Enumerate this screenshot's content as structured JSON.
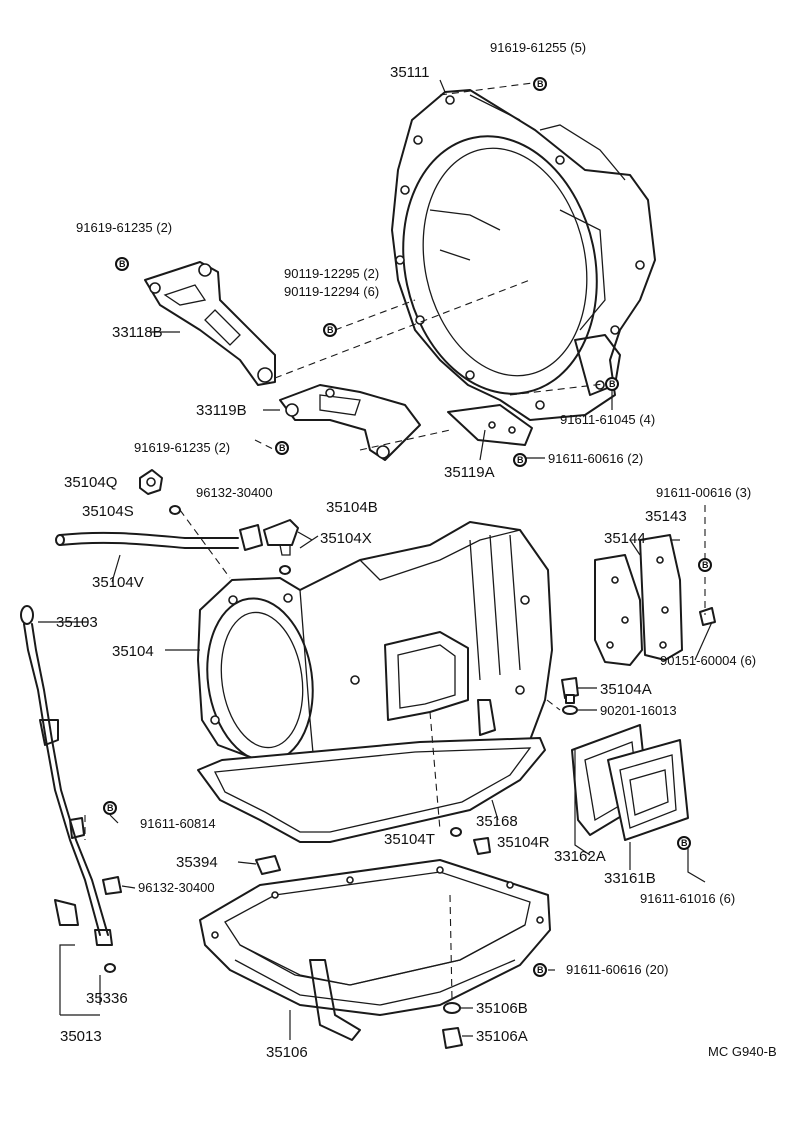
{
  "part_numbers": {
    "p35111": "35111",
    "p91619_61255": "91619-61255 (5)",
    "p91619_61235a": "91619-61235 (2)",
    "p90119_12295": "90119-12295 (2)",
    "p90119_12294": "90119-12294 (6)",
    "p33118B": "33118B",
    "p33119B": "33119B",
    "p91619_61235b": "91619-61235 (2)",
    "p91611_61045": "91611-61045 (4)",
    "p35119A": "35119A",
    "p91611_60616a": "91611-60616 (2)",
    "p35104Q": "35104Q",
    "p96132_30400a": "96132-30400",
    "p35104B": "35104B",
    "p35104S": "35104S",
    "p35104X": "35104X",
    "p35104V": "35104V",
    "p91611_00616": "91611-00616 (3)",
    "p35143": "35143",
    "p35144": "35144",
    "p35103": "35103",
    "p35104": "35104",
    "p90151_60004": "90151-60004 (6)",
    "p35104A": "35104A",
    "p90201_16013": "90201-16013",
    "p35168": "35168",
    "p35104T": "35104T",
    "p35104R": "35104R",
    "p33162A": "33162A",
    "p33161B": "33161B",
    "p91611_60814": "91611-60814",
    "p35394": "35394",
    "p96132_30400b": "96132-30400",
    "p91611_61016": "91611-61016 (6)",
    "p91611_60616b": "91611-60616 (20)",
    "p35336": "35336",
    "p35106B": "35106B",
    "p35013": "35013",
    "p35106": "35106",
    "p35106A": "35106A"
  },
  "bolt_symbol_letter": "B",
  "figure_code": "MC G940-B",
  "colors": {
    "ink": "#1a1a1a",
    "paper": "#ffffff"
  }
}
